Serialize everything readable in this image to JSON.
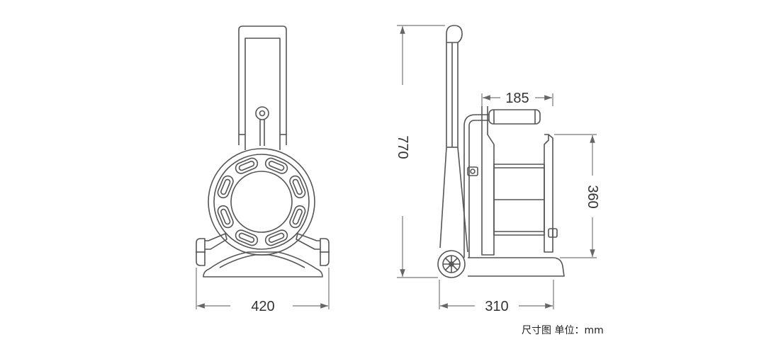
{
  "drawing": {
    "dimensions": {
      "front_width": "420",
      "side_height": "770",
      "side_depth": "310",
      "reel_width": "185",
      "reel_diameter": "360"
    },
    "note": {
      "label": "尺寸图 单位：",
      "unit": "mm"
    },
    "colors": {
      "line": "#555555",
      "dim": "#777777",
      "text": "#333333"
    }
  }
}
